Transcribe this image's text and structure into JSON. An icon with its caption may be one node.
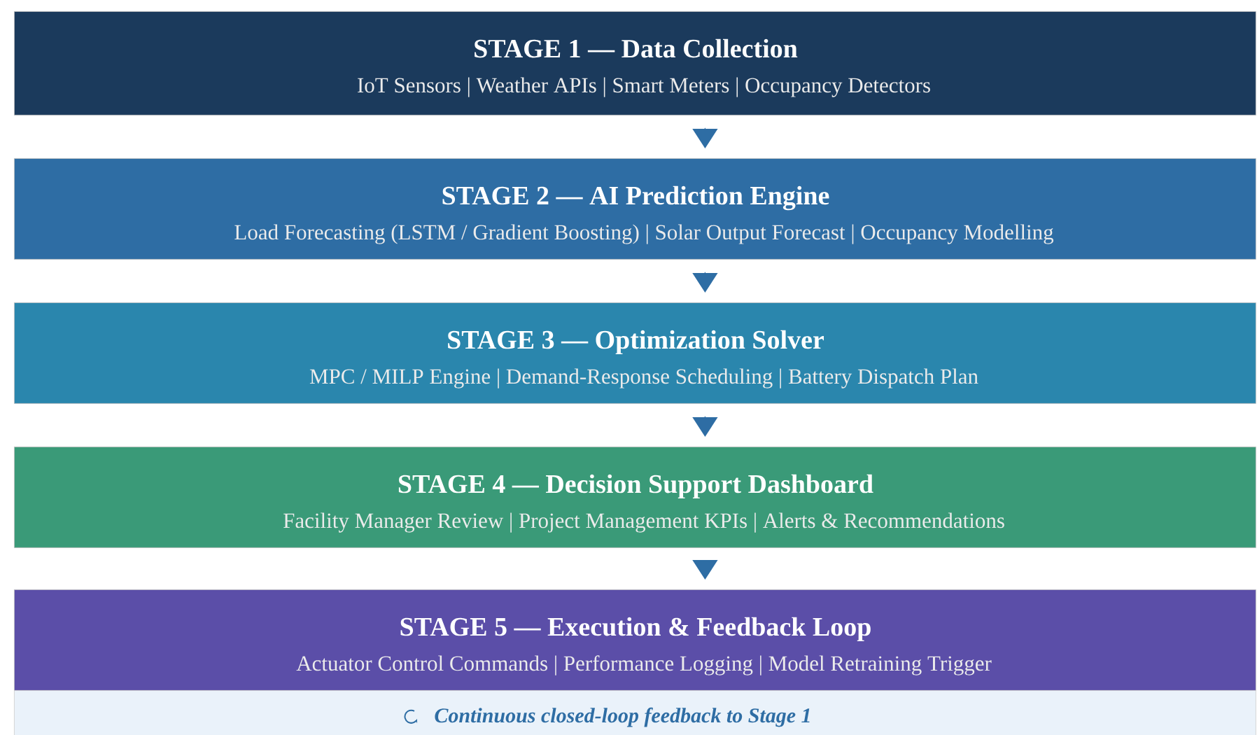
{
  "diagram": {
    "nodes": [
      {
        "text": [
          "STAGE 1 — Data Collection",
          "IoT Sensors | Weather APIs | Smart Meters | Occupancy Detectors"
        ]
      },
      {
        "text": [
          "STAGE 2 — AI Prediction Engine",
          "Load Forecasting (LSTM / Gradient Boosting) | Solar Output Forecast | Occupancy Modelling"
        ]
      },
      {
        "text": [
          "STAGE 3 — Optimization Solver",
          "MPC / MILP Engine | Demand-Response Scheduling | Battery Dispatch Plan"
        ]
      },
      {
        "text": [
          "STAGE 4 — Decision Support Dashboard",
          "Facility Manager Review | Project Management KPIs | Alerts & Recommendations"
        ]
      },
      {
        "text": [
          "STAGE 5 — Execution & Feedback Loop",
          "Actuator Control Commands | Performance Logging | Model Retraining Trigger"
        ]
      },
      {
        "text": [
          "Continuous closed-loop feedback to Stage 1"
        ]
      }
    ],
    "edges": [
      {
        "from": 0,
        "to": 1,
        "arrow": "to"
      },
      {
        "from": 1,
        "to": 2,
        "arrow": "to"
      },
      {
        "from": 2,
        "to": 3,
        "arrow": "to"
      },
      {
        "from": 3,
        "to": 4,
        "arrow": "to"
      }
    ]
  }
}
